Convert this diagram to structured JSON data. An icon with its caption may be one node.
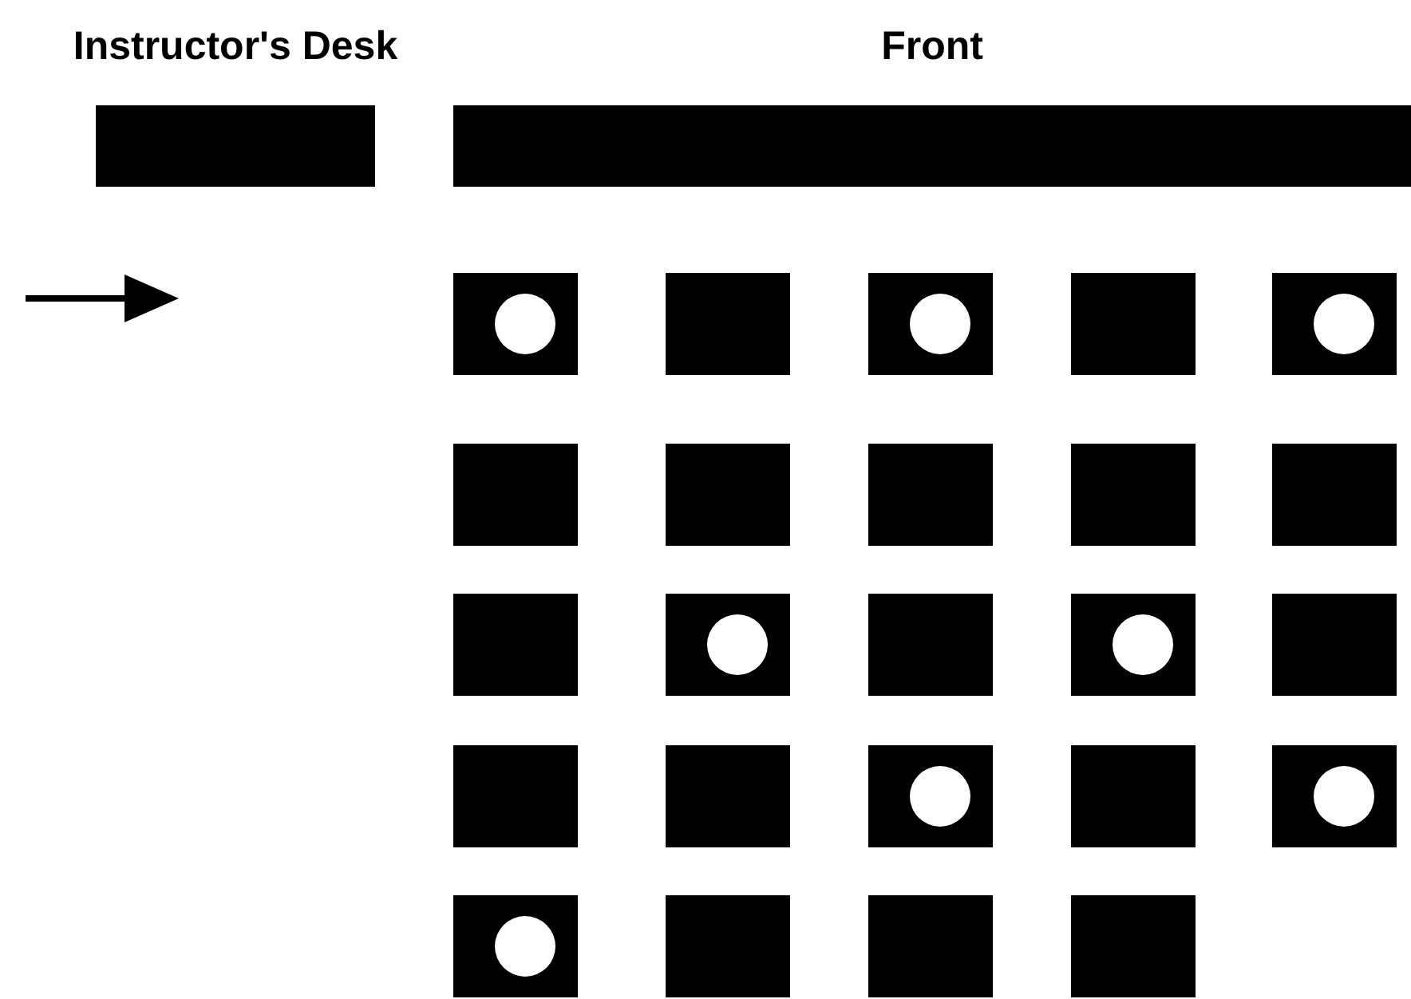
{
  "diagram": {
    "nodes": [
      {
        "text": [
          "Instructor's Desk"
        ]
      },
      {
        "text": [
          "Front"
        ]
      },
      {
        "text": [],
        "shape": "box"
      },
      {
        "text": [],
        "shape": "circle",
        "in": 2
      },
      {
        "text": [],
        "shape": "box"
      },
      {
        "text": [],
        "shape": "box"
      },
      {
        "text": [],
        "shape": "circle",
        "in": 5
      },
      {
        "text": [],
        "shape": "box"
      },
      {
        "text": [],
        "shape": "box"
      },
      {
        "text": [],
        "shape": "circle",
        "in": 8
      },
      {
        "text": [],
        "shape": "box"
      },
      {
        "text": [],
        "shape": "box"
      },
      {
        "text": [],
        "shape": "box"
      },
      {
        "text": [],
        "shape": "box"
      },
      {
        "text": [],
        "shape": "box"
      },
      {
        "text": [],
        "shape": "box"
      },
      {
        "text": [],
        "shape": "box"
      },
      {
        "text": [],
        "shape": "circle",
        "in": 16
      },
      {
        "text": [],
        "shape": "box"
      },
      {
        "text": [],
        "shape": "box"
      },
      {
        "text": [],
        "shape": "circle",
        "in": 19
      },
      {
        "text": [],
        "shape": "box"
      },
      {
        "text": [],
        "shape": "box"
      },
      {
        "text": [],
        "shape": "box"
      },
      {
        "text": [],
        "shape": "box"
      },
      {
        "text": [],
        "shape": "circle",
        "in": 24
      },
      {
        "text": [],
        "shape": "box"
      },
      {
        "text": [],
        "shape": "box"
      },
      {
        "text": [],
        "shape": "circle",
        "in": 27
      },
      {
        "text": [],
        "shape": "box"
      },
      {
        "text": [],
        "shape": "circle",
        "in": 29
      },
      {
        "text": [],
        "shape": "box"
      },
      {
        "text": [],
        "shape": "box"
      },
      {
        "text": [],
        "shape": "box"
      }
    ]
  }
}
